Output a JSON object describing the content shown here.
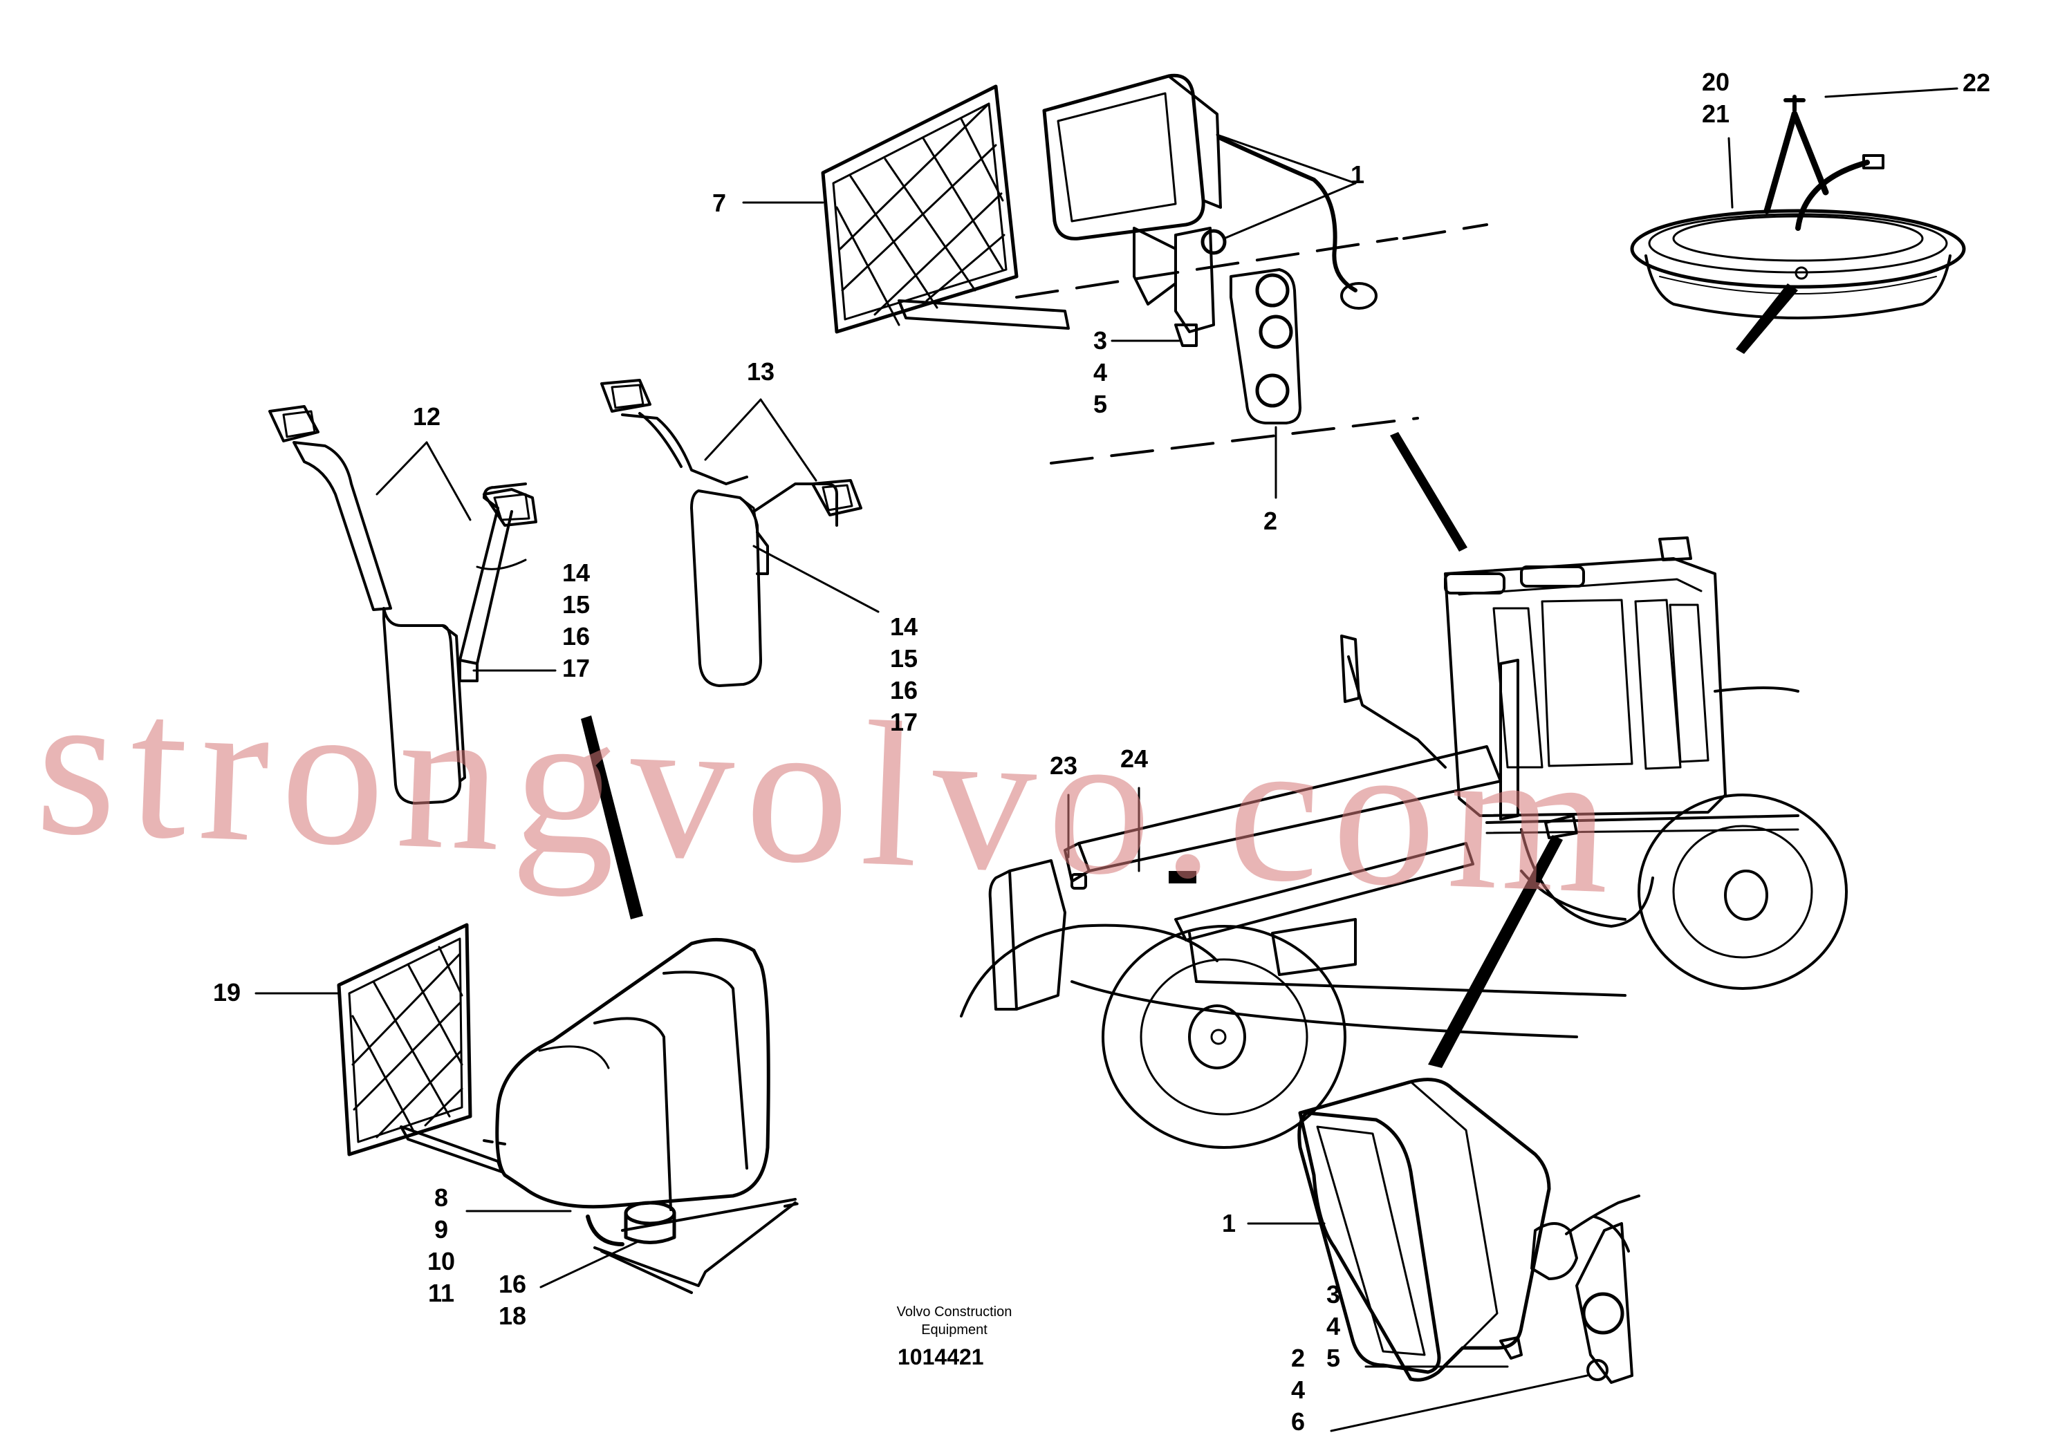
{
  "watermark": "strongvolvo.com",
  "credit": {
    "line1": "Volvo Construction",
    "line2": "Equipment"
  },
  "drawing_number": "1014421",
  "labels": {
    "l1_top": "1",
    "l7": "7",
    "l3a": "3",
    "l4a": "4",
    "l5a": "5",
    "l2": "2",
    "l20": "20",
    "l21": "21",
    "l22": "22",
    "l12": "12",
    "l13": "13",
    "lA14": "14",
    "lA15": "15",
    "lA16": "16",
    "lA17": "17",
    "lB14": "14",
    "lB15": "15",
    "lB16": "16",
    "lB17": "17",
    "l23": "23",
    "l24": "24",
    "l19": "19",
    "l8": "8",
    "l9": "9",
    "l10": "10",
    "l11": "11",
    "l16b": "16",
    "l18": "18",
    "l1_bot": "1",
    "l3b": "3",
    "l4b": "4",
    "l5b": "5",
    "l2b": "2",
    "l4c": "4",
    "l6": "6"
  }
}
